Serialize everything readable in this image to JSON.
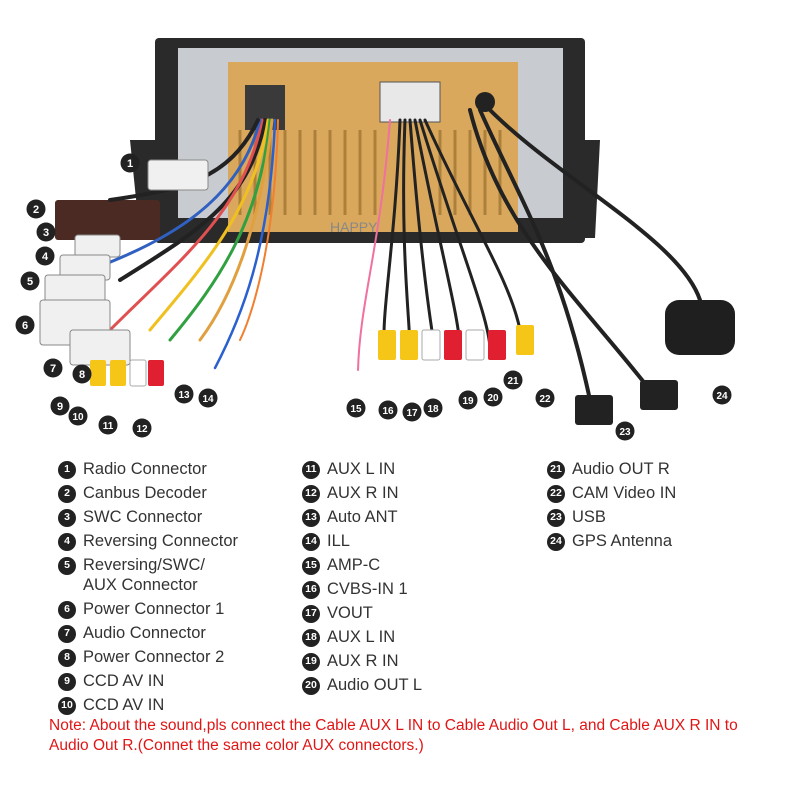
{
  "watermark": "HAPPY",
  "callout_numbers": [
    "1",
    "2",
    "3",
    "4",
    "5",
    "6",
    "7",
    "8",
    "9",
    "10",
    "11",
    "12",
    "13",
    "14",
    "15",
    "16",
    "17",
    "18",
    "19",
    "20",
    "21",
    "22",
    "23",
    "24"
  ],
  "legend": {
    "col1": [
      {
        "num": "1",
        "label": "Radio Connector"
      },
      {
        "num": "2",
        "label": "Canbus Decoder"
      },
      {
        "num": "3",
        "label": "SWC Connector"
      },
      {
        "num": "4",
        "label": "Reversing Connector"
      },
      {
        "num": "5",
        "label": "Reversing/SWC/\nAUX Connector"
      },
      {
        "num": "6",
        "label": "Power Connector 1"
      },
      {
        "num": "7",
        "label": "Audio Connector"
      },
      {
        "num": "8",
        "label": "Power Connector 2"
      },
      {
        "num": "9",
        "label": "CCD AV IN"
      },
      {
        "num": "10",
        "label": "CCD AV IN"
      }
    ],
    "col2": [
      {
        "num": "11",
        "label": "AUX L IN"
      },
      {
        "num": "12",
        "label": "AUX R IN"
      },
      {
        "num": "13",
        "label": "Auto ANT"
      },
      {
        "num": "14",
        "label": "ILL"
      },
      {
        "num": "15",
        "label": "AMP-C"
      },
      {
        "num": "16",
        "label": "CVBS-IN 1"
      },
      {
        "num": "17",
        "label": "VOUT"
      },
      {
        "num": "18",
        "label": "AUX L IN"
      },
      {
        "num": "19",
        "label": "AUX R IN"
      },
      {
        "num": "20",
        "label": "Audio OUT L"
      }
    ],
    "col3": [
      {
        "num": "21",
        "label": "Audio OUT R"
      },
      {
        "num": "22",
        "label": "CAM Video IN"
      },
      {
        "num": "23",
        "label": "USB"
      },
      {
        "num": "24",
        "label": "GPS Antenna"
      }
    ]
  },
  "note": "Note: About the sound,pls connect the Cable AUX L IN to Cable Audio Out L, and Cable AUX R IN to  Audio Out R.(Connet the same color AUX connectors.)",
  "colors": {
    "note": "#e01616",
    "badge": "#222222",
    "unit_panel": "#d9a85c",
    "frame": "#2a2a2a"
  }
}
